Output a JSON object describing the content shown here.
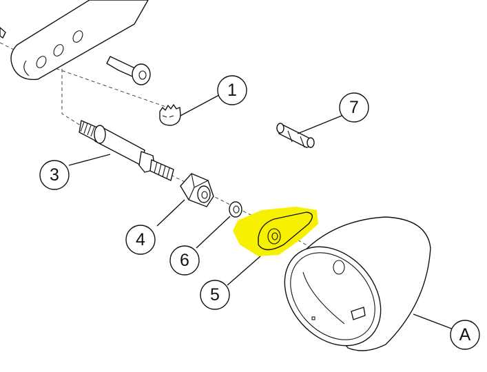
{
  "callouts": [
    {
      "id": "1",
      "label": "1"
    },
    {
      "id": "3",
      "label": "3"
    },
    {
      "id": "4",
      "label": "4"
    },
    {
      "id": "5",
      "label": "5"
    },
    {
      "id": "6",
      "label": "6"
    },
    {
      "id": "7",
      "label": "7"
    },
    {
      "id": "A",
      "label": "A"
    }
  ],
  "highlight": {
    "part": "5",
    "color": "#f7f000"
  },
  "colors": {
    "line": "#111111",
    "background": "#ffffff"
  }
}
